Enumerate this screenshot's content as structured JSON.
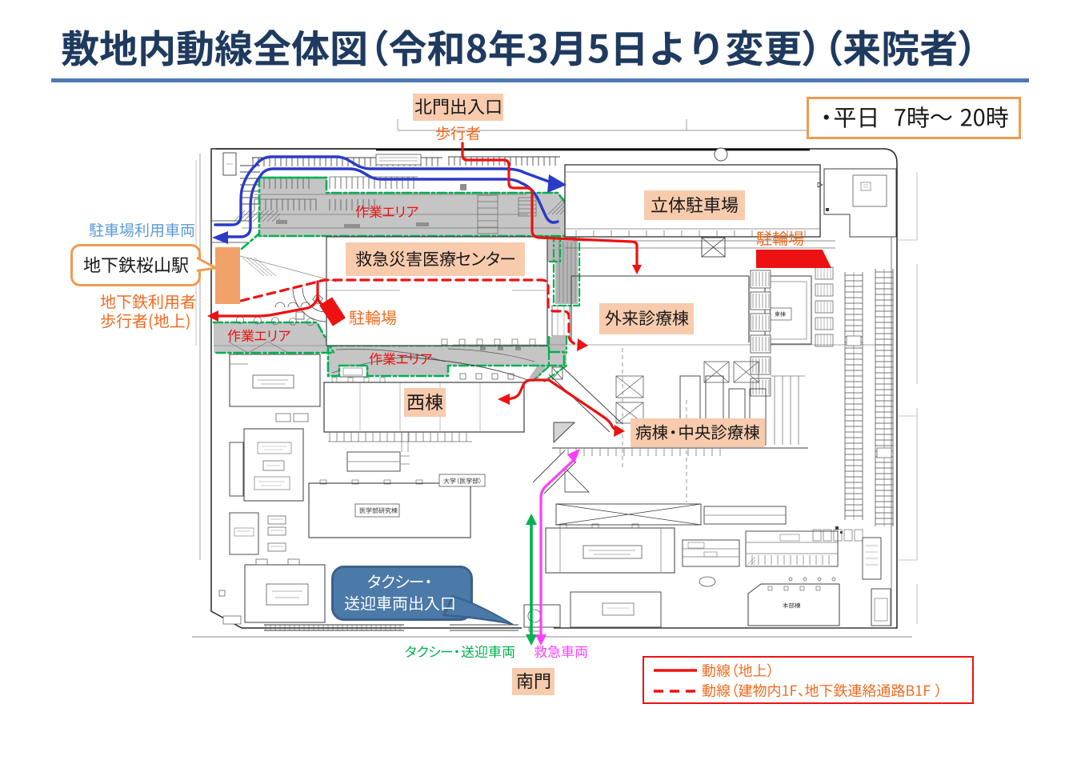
{
  "header": {
    "title": "敷地内動線全体図（令和8年3月5日より変更）（来院者）"
  },
  "schedule_note": {
    "text": "・平日　7時～ 20時"
  },
  "map": {
    "gates": {
      "north": {
        "label": "北門出入口",
        "pedestrian_note": "歩行者"
      },
      "south": {
        "label": "南門",
        "taxi_note": "タクシー・送迎車両",
        "ambulance_note": "救急車両"
      }
    },
    "station": {
      "callout": "地下鉄桜山駅",
      "parking_vehicles_note": "駐車場利用車両",
      "users_note_line1": "地下鉄利用者",
      "users_note_line2": "歩行者(地上)"
    },
    "buildings": [
      {
        "label": "立体駐車場"
      },
      {
        "label": "救急災害医療センター"
      },
      {
        "label": "外来診療棟"
      },
      {
        "label": "西棟"
      },
      {
        "label": "病棟・中央診療棟"
      }
    ],
    "small_labels": [
      {
        "label": "医学部研究棟"
      },
      {
        "label": "大学（医学部）"
      },
      {
        "label": "本部棟"
      },
      {
        "label": "東棟"
      }
    ],
    "work_areas": [
      {
        "label": "作業エリア"
      },
      {
        "label": "作業エリア"
      },
      {
        "label": "作業エリア"
      }
    ],
    "bicycle_parking": [
      {
        "label": "駐輪場"
      },
      {
        "label": "駐輪場"
      }
    ],
    "taxi_callout": {
      "line1": "タクシー・",
      "line2": "送迎車両出入口"
    }
  },
  "legend": {
    "rows": [
      {
        "style": "solid",
        "label": "動線（地上）"
      },
      {
        "style": "dashed",
        "label": "動線（建物内1F、地下鉄連絡通路B1F ）"
      }
    ]
  },
  "colors": {
    "title": "#1f3a5f",
    "title_rule": "#4e79b2",
    "label_box_fill": "#f8cbad",
    "callout_border": "#f09b4f",
    "orange_text": "#f2691d",
    "blue_text": "#5b9bd5",
    "route_ground": "#ee1111",
    "route_indoor_dashed": "#ee1111",
    "route_parking_vehicles": "#2a3bc8",
    "route_taxi": "#00b050",
    "route_ambulance": "#ff3dff",
    "work_area_fill": "#c5c5c5",
    "work_area_border": "#00b050",
    "station_marker": "#f0a269",
    "bicycle_area": "#ee1111",
    "taxi_callout_fill": "#4b79a8"
  }
}
